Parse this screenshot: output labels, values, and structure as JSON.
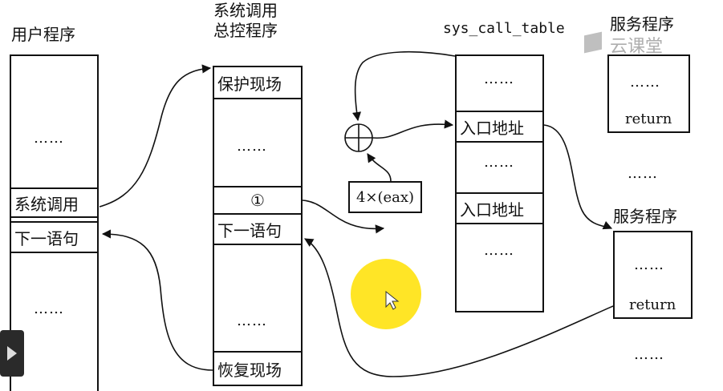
{
  "labels": {
    "user_program": "用户程序",
    "syscall_handler_line1": "系统调用",
    "syscall_handler_line2": "总控程序",
    "sys_call_table": "sys_call_table",
    "service_program_top": "服务程序",
    "service_program_mid": "服务程序"
  },
  "user_column": {
    "dots_top": "……",
    "syscall": "系统调用",
    "next_stmt": "下一语句",
    "dots_bottom": "……"
  },
  "handler_column": {
    "save_context": "保护现场",
    "dots_top": "……",
    "circle_one": "①",
    "next_stmt": "下一语句",
    "dots_bottom": "……",
    "restore_context": "恢复现场"
  },
  "offset_box": "4×(eax)",
  "table_column": {
    "dots_1": "……",
    "entry_1": "入口地址",
    "dots_2": "……",
    "entry_2": "入口地址",
    "dots_3": "……"
  },
  "service_top": {
    "dots": "……",
    "return": "return"
  },
  "between_services_dots": "……",
  "service_mid": {
    "dots": "……",
    "return": "return"
  },
  "bottom_dots": "……",
  "watermark": "云课堂",
  "colors": {
    "line": "#111111",
    "highlight": "#ffe100"
  }
}
